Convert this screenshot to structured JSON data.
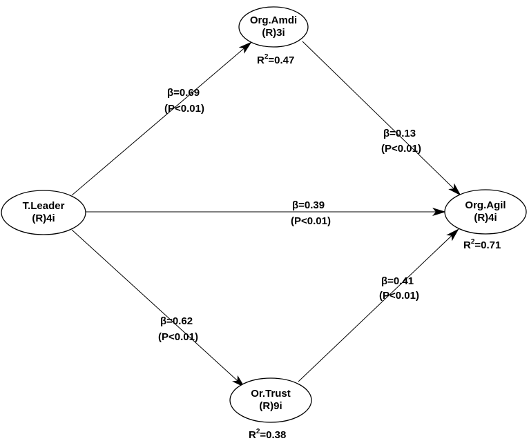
{
  "nodes": {
    "tleader": {
      "name": "T.Leader",
      "sub": "(R)4i"
    },
    "orgamdi": {
      "name": "Org.Amdi",
      "sub": "(R)3i",
      "r2": "0.47"
    },
    "orgagil": {
      "name": "Org.Agil",
      "sub": "(R)4i",
      "r2": "0.71"
    },
    "ortrust": {
      "name": "Or.Trust",
      "sub": "(R)9i",
      "r2": "0.38"
    }
  },
  "r2_prefix": "R",
  "r2_sup": "2",
  "r2_sep": "=",
  "edges": {
    "tleader_orgamdi": {
      "beta": "β=0.69",
      "p": "(P<0.01)"
    },
    "orgamdi_orgagil": {
      "beta": "β=0.13",
      "p": "(P<0.01)"
    },
    "tleader_orgagil": {
      "beta": "β=0.39",
      "p": "(P<0.01)"
    },
    "tleader_ortrust": {
      "beta": "β=0.62",
      "p": "(P<0.01)"
    },
    "ortrust_orgagil": {
      "beta": "β=0.41",
      "p": "(P<0.01)"
    }
  },
  "colors": {
    "stroke": "#000000",
    "background": "#ffffff"
  }
}
